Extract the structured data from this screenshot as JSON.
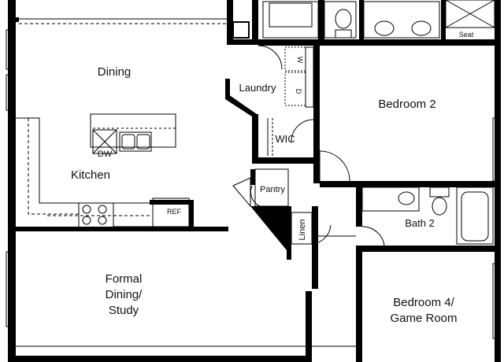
{
  "rooms": {
    "dining": "Dining",
    "kitchen": "Kitchen",
    "laundry": "Laundry",
    "bedroom2": "Bedroom 2",
    "wic": "WIC",
    "pantry": "Pantry",
    "linen": "Linen",
    "bath2": "Bath 2",
    "formal_line1": "Formal",
    "formal_line2": "Dining/",
    "formal_line3": "Study",
    "bedroom4_line1": "Bedroom 4/",
    "bedroom4_line2": "Game Room"
  },
  "fixtures": {
    "dishwasher": "DW",
    "refrigerator": "REF",
    "washer": "W",
    "dryer": "D",
    "seat": "Seat"
  }
}
